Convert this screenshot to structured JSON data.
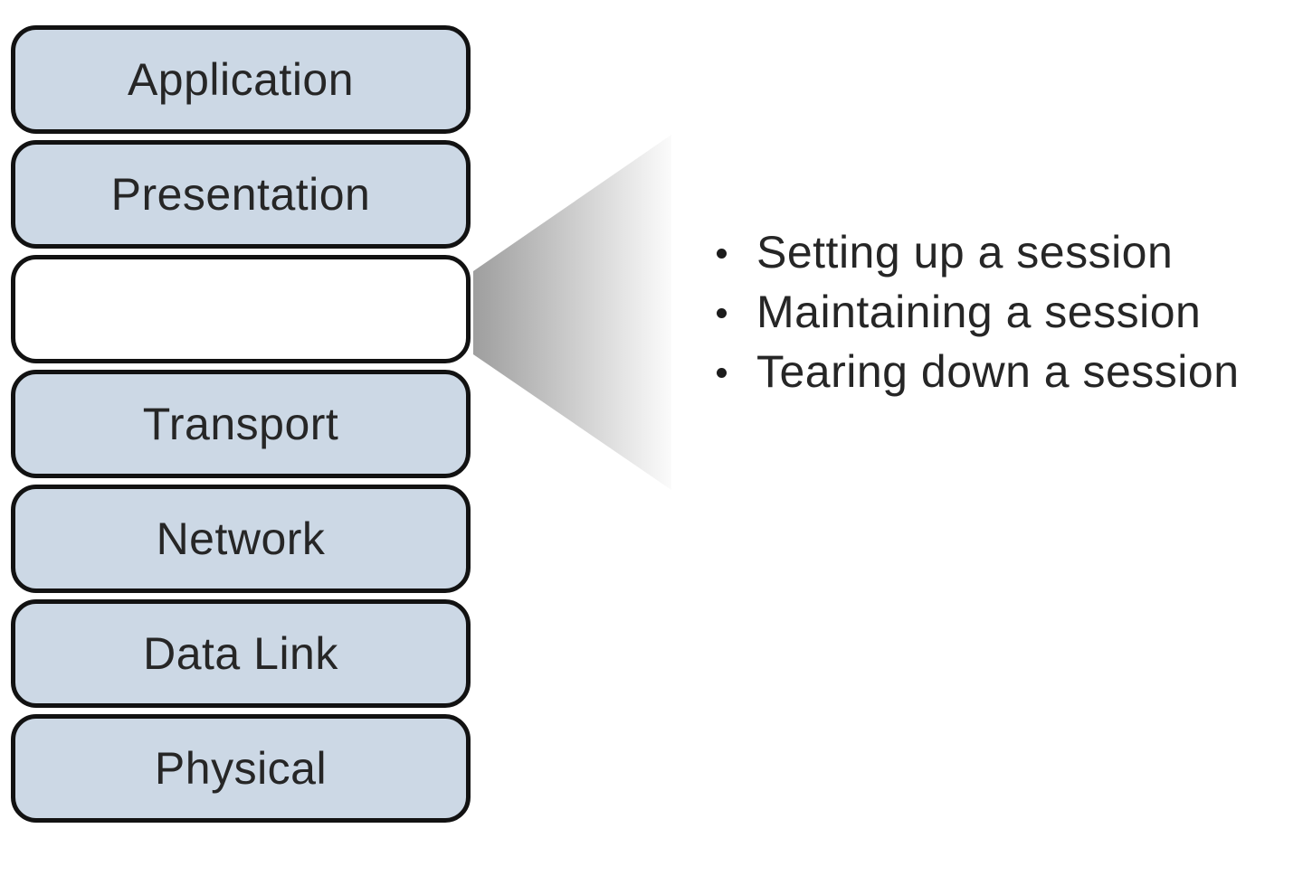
{
  "layers": [
    {
      "label": "Application",
      "highlighted": false
    },
    {
      "label": "Presentation",
      "highlighted": false
    },
    {
      "label": "",
      "highlighted": true
    },
    {
      "label": "Transport",
      "highlighted": false
    },
    {
      "label": "Network",
      "highlighted": false
    },
    {
      "label": "Data Link",
      "highlighted": false
    },
    {
      "label": "Physical",
      "highlighted": false
    }
  ],
  "callout": {
    "items": [
      "Setting up a session",
      "Maintaining a session",
      "Tearing down a session"
    ]
  },
  "colors": {
    "layer_fill": "#ccd8e5",
    "layer_border": "#121212",
    "session_fill": "#ffffff",
    "label_color": "#262626",
    "bullet_color": "#1c1c1c",
    "gradient_start": "#9e9e9e",
    "gradient_end": "#fbfbfb"
  }
}
